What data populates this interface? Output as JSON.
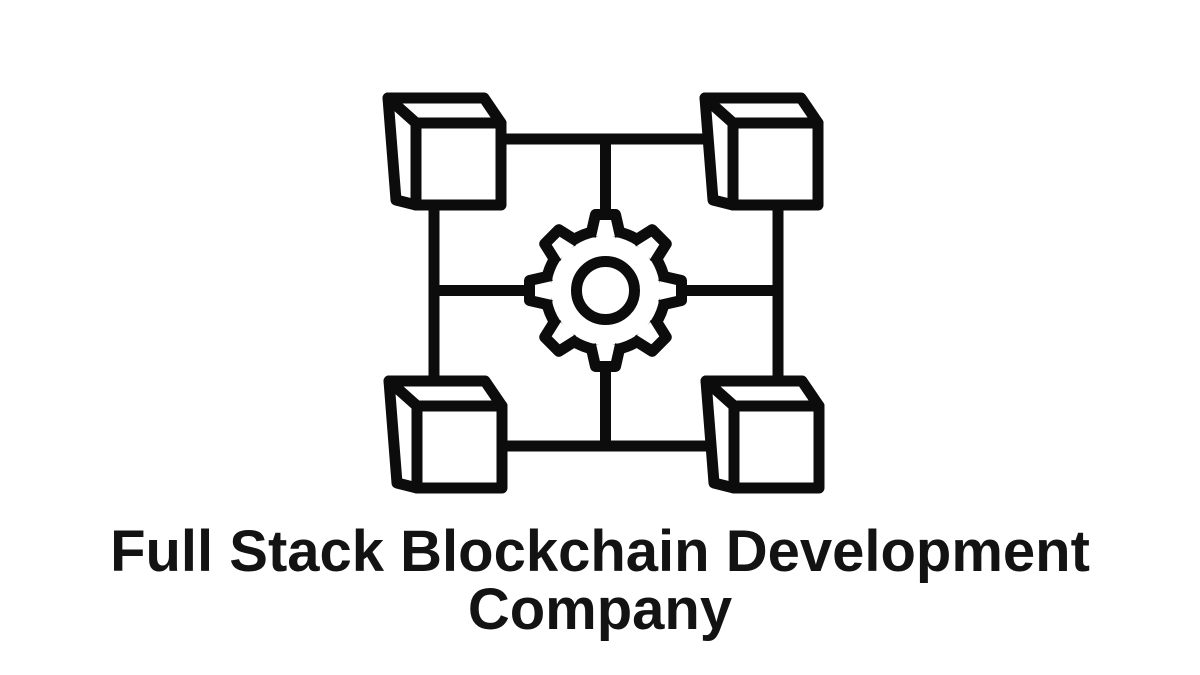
{
  "page": {
    "background_color": "#ffffff"
  },
  "artwork": {
    "icon": "blockchain-network-gear-icon",
    "stroke_color": "#0c0c0c",
    "fill_color": "#ffffff",
    "cube_count": 4
  },
  "heading": {
    "full_text": "Full Stack Blockchain Development Company",
    "lines": [
      "Full Stack Blockchain Development",
      "Company"
    ],
    "text_color": "#131313"
  }
}
